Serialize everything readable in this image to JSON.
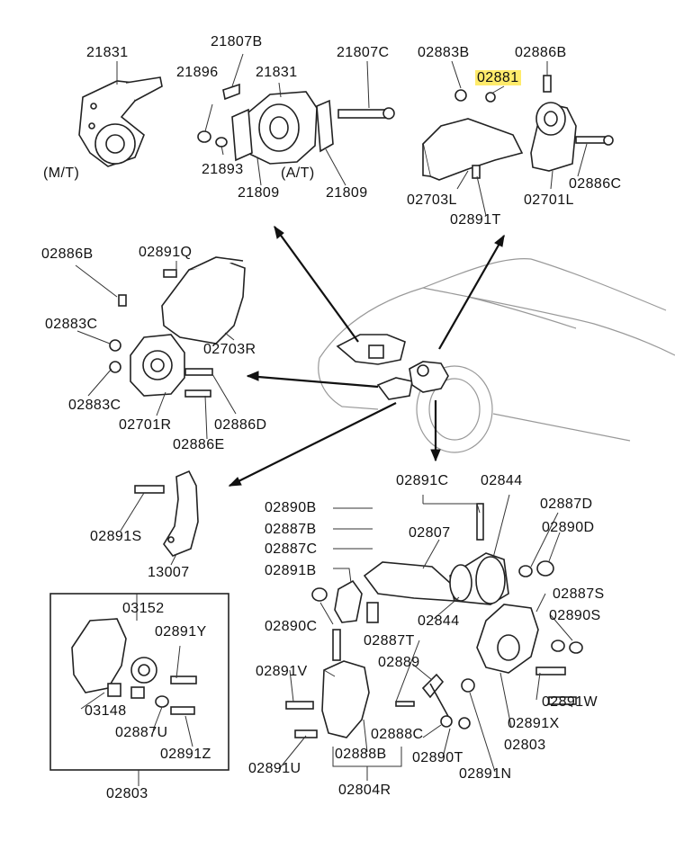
{
  "labels": {
    "l21831a": "21831",
    "l21807B": "21807B",
    "l21896": "21896",
    "l21831b": "21831",
    "l21807C": "21807C",
    "l02883B": "02883B",
    "l02886B_top": "02886B",
    "l02881": "02881",
    "lMT": "(M/T)",
    "l21893": "21893",
    "lAT": "(A/T)",
    "l21809a": "21809",
    "l21809b": "21809",
    "l02703L": "02703L",
    "l02891T": "02891T",
    "l02701L": "02701L",
    "l02886C": "02886C",
    "l02886B_mid": "02886B",
    "l02891Q": "02891Q",
    "l02883C_a": "02883C",
    "l02703R": "02703R",
    "l02883C_b": "02883C",
    "l02701R": "02701R",
    "l02886D": "02886D",
    "l02886E": "02886E",
    "l02891C": "02891C",
    "l02844a": "02844",
    "l02887D": "02887D",
    "l02890D": "02890D",
    "l02890B": "02890B",
    "l02887B": "02887B",
    "l02887C": "02887C",
    "l02807": "02807",
    "l02891B": "02891B",
    "l02891S": "02891S",
    "l13007": "13007",
    "l03152": "03152",
    "l02891Y": "02891Y",
    "l03148": "03148",
    "l02887U": "02887U",
    "l02891Z": "02891Z",
    "l02803_box": "02803",
    "l02890C": "02890C",
    "l02844b": "02844",
    "l02887S": "02887S",
    "l02890S": "02890S",
    "l02887T": "02887T",
    "l02889": "02889",
    "l02891V": "02891V",
    "l02891W": "02891W",
    "l02891X": "02891X",
    "l02888C": "02888C",
    "l02803b": "02803",
    "l02891U": "02891U",
    "l02888B": "02888B",
    "l02890T": "02890T",
    "l02891N": "02891N",
    "l02804R": "02804R"
  },
  "highlight_color": "#ffeb6b"
}
